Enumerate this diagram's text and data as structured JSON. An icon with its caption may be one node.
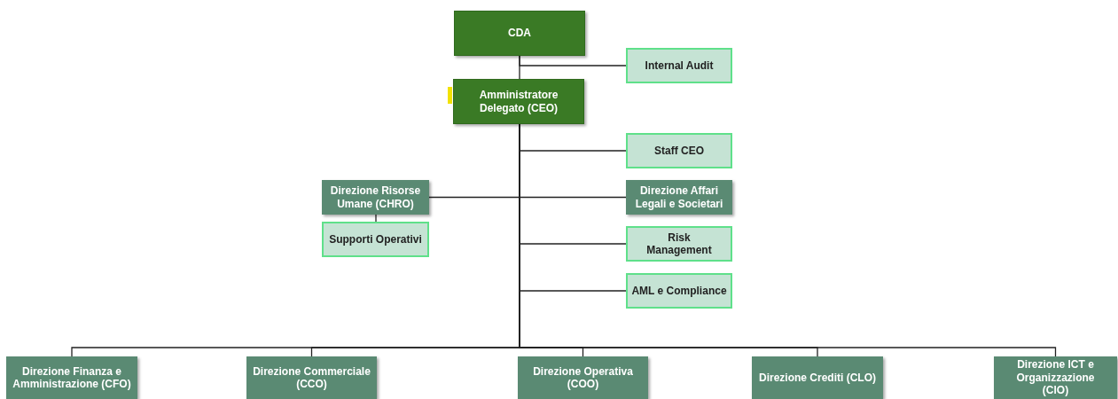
{
  "diagram": {
    "nodes": [
      {
        "text": [
          "CDA"
        ]
      },
      {
        "text": [
          "Internal Audit"
        ]
      },
      {
        "text": [
          "Amministratore Delegato (CEO)"
        ]
      },
      {
        "text": [
          "Staff CEO"
        ]
      },
      {
        "text": [
          "Direzione Risorse Umane (CHRO)"
        ]
      },
      {
        "text": [
          "Supporti Operativi"
        ]
      },
      {
        "text": [
          "Direzione Affari Legali e Societari"
        ]
      },
      {
        "text": [
          "Risk Management"
        ]
      },
      {
        "text": [
          "AML e Compliance"
        ]
      },
      {
        "text": [
          "Direzione Finanza e Amministrazione (CFO)"
        ]
      },
      {
        "text": [
          "Direzione Commerciale (CCO)"
        ]
      },
      {
        "text": [
          "Direzione Operativa (COO)"
        ]
      },
      {
        "text": [
          "Direzione Crediti (CLO)"
        ]
      },
      {
        "text": [
          "Direzione ICT e Organizzazione (CIO)"
        ]
      }
    ],
    "edges": [
      {
        "from": 0,
        "to": 2,
        "arrow": "none"
      },
      {
        "from": 0,
        "to": 1,
        "arrow": "none"
      },
      {
        "from": 2,
        "to": 3,
        "arrow": "none"
      },
      {
        "from": 2,
        "to": 4,
        "arrow": "none"
      },
      {
        "from": 2,
        "to": 6,
        "arrow": "none"
      },
      {
        "from": 4,
        "to": 5,
        "arrow": "none"
      },
      {
        "from": 2,
        "to": 7,
        "arrow": "none"
      },
      {
        "from": 2,
        "to": 8,
        "arrow": "none"
      },
      {
        "from": 2,
        "to": 9,
        "arrow": "none"
      },
      {
        "from": 2,
        "to": 10,
        "arrow": "none"
      },
      {
        "from": 2,
        "to": 11,
        "arrow": "none"
      },
      {
        "from": 2,
        "to": 12,
        "arrow": "none"
      },
      {
        "from": 2,
        "to": 13,
        "arrow": "none"
      }
    ]
  }
}
